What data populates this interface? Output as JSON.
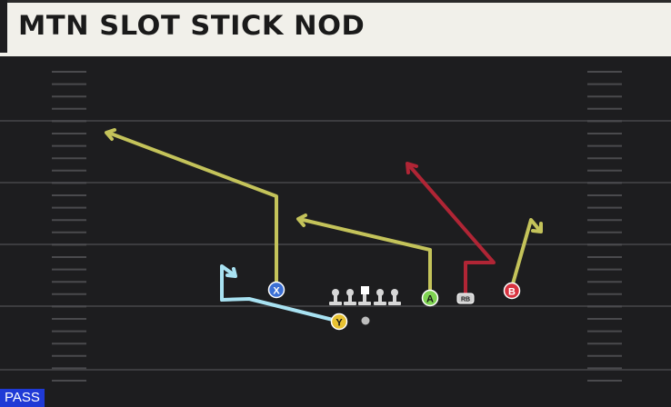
{
  "title": "MTN SLOT STICK NOD",
  "badge": "PASS",
  "colors": {
    "field": "#1d1d1f",
    "yard_line": "#3c3c3f",
    "hash": "#4a4a4d",
    "route_yellow": "#c4c35a",
    "route_red": "#b02535",
    "route_blue": "#a8e2f2",
    "badge_bg": "#1f3ad6"
  },
  "players": [
    {
      "id": "x",
      "label": "X",
      "color": "#3b6fd4",
      "icon": "receiver-circle"
    },
    {
      "id": "y",
      "label": "Y",
      "color": "#e8c232",
      "icon": "receiver-circle"
    },
    {
      "id": "a",
      "label": "A",
      "color": "#7fd352",
      "icon": "receiver-circle"
    },
    {
      "id": "b",
      "label": "B",
      "color": "#d8323f",
      "icon": "receiver-circle"
    },
    {
      "id": "rb",
      "label": "RB",
      "color": "#cfcfcf",
      "icon": "running-back-tag"
    }
  ]
}
